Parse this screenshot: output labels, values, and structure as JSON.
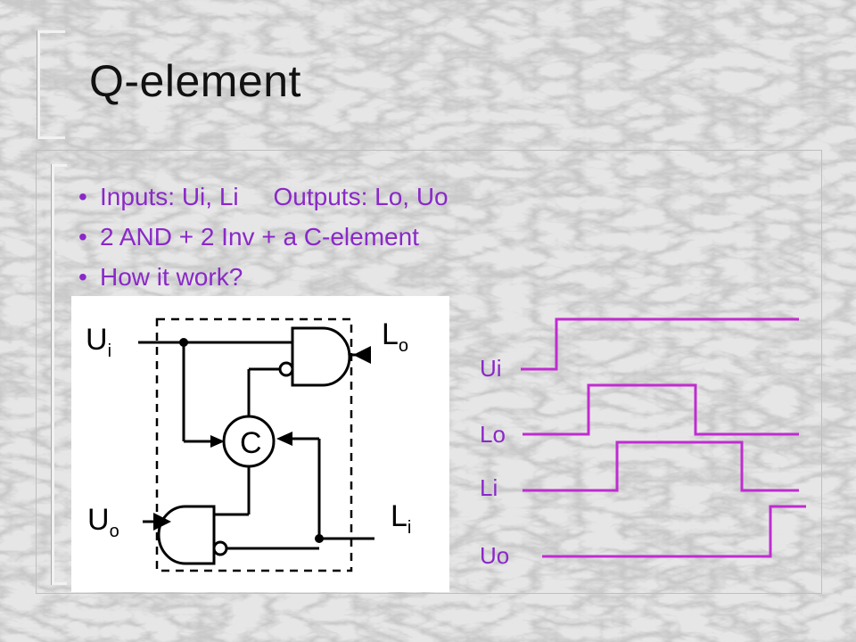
{
  "slide": {
    "title": "Q-element",
    "bullets": [
      "Inputs: Ui, Li     Outputs: Lo, Uo",
      "2 AND + 2 Inv + a C-element",
      "How it work?"
    ]
  },
  "circuit": {
    "labels": {
      "ui_main": "U",
      "ui_sub": "i",
      "lo_main": "L",
      "lo_sub": "o",
      "uo_main": "U",
      "uo_sub": "o",
      "li_main": "L",
      "li_sub": "i",
      "c": "C"
    }
  },
  "timing": {
    "signals": [
      "Ui",
      "Lo",
      "Li",
      "Uo"
    ],
    "color": "#c02cd0",
    "label_color": "#8a28c8"
  }
}
